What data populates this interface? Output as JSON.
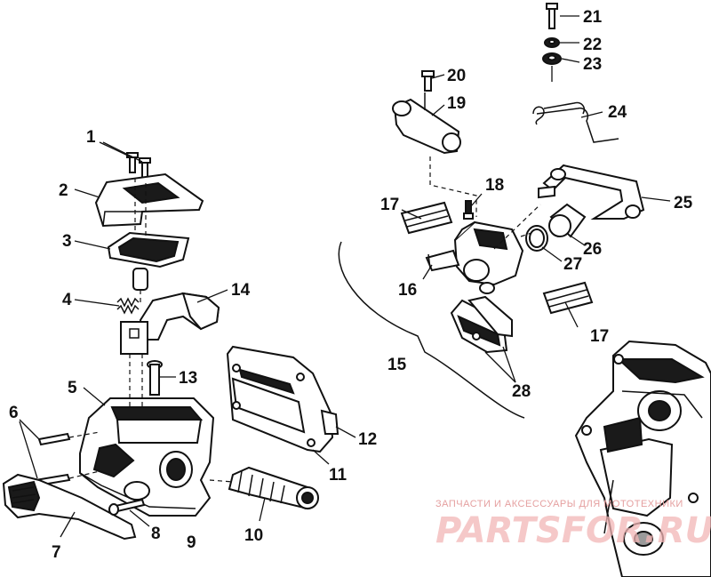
{
  "diagram": {
    "callouts": {
      "c1": "1",
      "c2": "2",
      "c3": "3",
      "c4": "4",
      "c5": "5",
      "c6": "6",
      "c7": "7",
      "c8": "8",
      "c9": "9",
      "c10": "10",
      "c11": "11",
      "c12": "12",
      "c13": "13",
      "c14": "14",
      "c15": "15",
      "c16": "16",
      "c17a": "17",
      "c17b": "17",
      "c18": "18",
      "c19": "19",
      "c20": "20",
      "c21": "21",
      "c22": "22",
      "c23": "23",
      "c24": "24",
      "c25": "25",
      "c26": "26",
      "c27": "27",
      "c28": "28"
    },
    "watermark": {
      "caption": "ЗАПЧАСТИ И АКСЕССУАРЫ ДЛЯ МОТОТЕХНИКИ",
      "logo": "PARTSFOR.RU"
    }
  }
}
